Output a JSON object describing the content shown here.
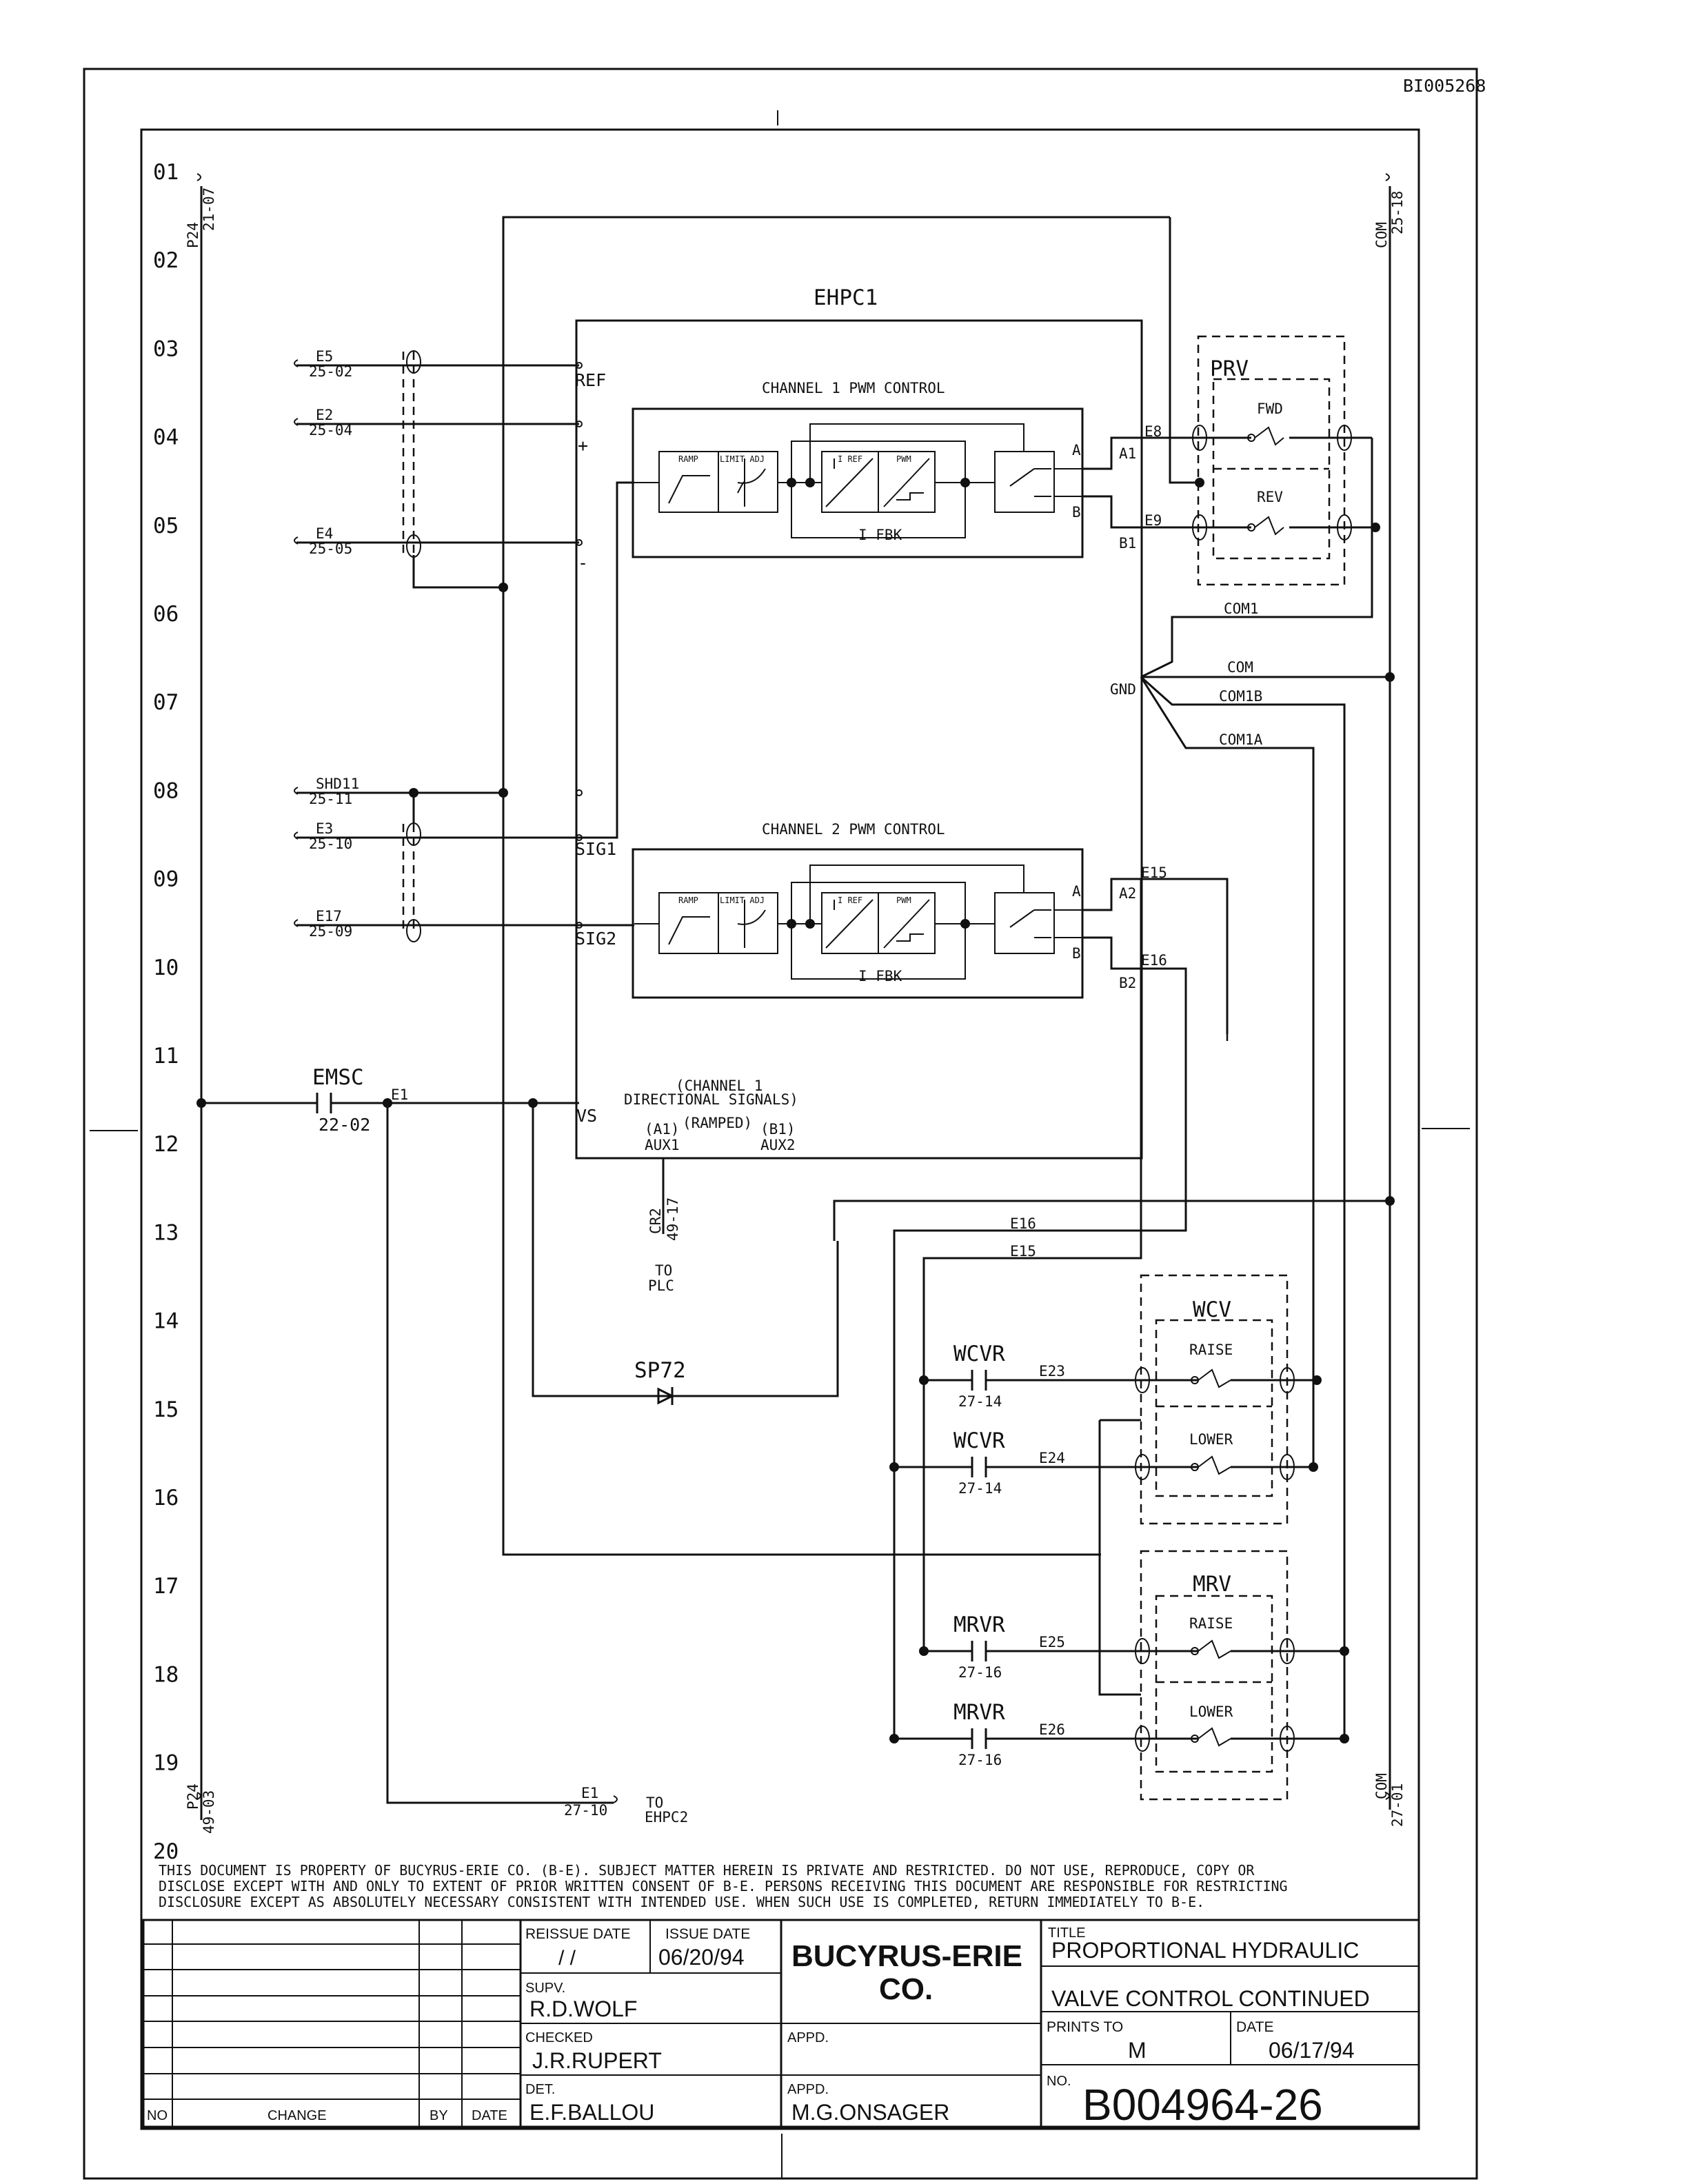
{
  "doc_id": "BI005268",
  "rows": [
    "01",
    "02",
    "03",
    "04",
    "05",
    "06",
    "07",
    "08",
    "09",
    "10",
    "11",
    "12",
    "13",
    "14",
    "15",
    "16",
    "17",
    "18",
    "19",
    "20"
  ],
  "power": {
    "p24_top": "P24",
    "p24_top_ref": "21-07",
    "p24_bot": "P24",
    "p24_bot_ref": "49-03",
    "com_top": "COM",
    "com_top_ref": "25-18",
    "com_bot": "COM",
    "com_bot_ref": "27-01"
  },
  "ehpc": {
    "title": "EHPC1",
    "pin_ref": "REF",
    "pin_plus": "+",
    "pin_minus": "-",
    "pin_sig1": "SIG1",
    "pin_sig2": "SIG2",
    "pin_vs": "VS",
    "pin_gnd": "GND",
    "ch1_title": "CHANNEL 1 PWM CONTROL",
    "ch2_title": "CHANNEL 2 PWM CONTROL",
    "ramp": "RAMP",
    "limit_adj": "LIMIT ADJ",
    "i_ref": "I REF",
    "pwm": "PWM",
    "i_fbk": "I FBK",
    "out_a": "A",
    "out_b": "B",
    "a1": "A1",
    "b1": "B1",
    "a2": "A2",
    "b2": "B2",
    "dir_line1": "(CHANNEL 1",
    "dir_line2": "DIRECTIONAL SIGNALS)",
    "ramped": "(RAMPED)",
    "aux1_pin": "(A1)",
    "aux1": "AUX1",
    "aux2_pin": "(B1)",
    "aux2": "AUX2"
  },
  "inputs": [
    {
      "wire": "E5",
      "ref": "25-02"
    },
    {
      "wire": "E2",
      "ref": "25-04"
    },
    {
      "wire": "E4",
      "ref": "25-05"
    },
    {
      "wire": "SHD11",
      "ref": "25-11"
    },
    {
      "wire": "E3",
      "ref": "25-10"
    },
    {
      "wire": "E17",
      "ref": "25-09"
    }
  ],
  "wires": {
    "e8": "E8",
    "e9": "E9",
    "e15": "E15",
    "e16": "E16",
    "com1": "COM1",
    "com": "COM",
    "com1b": "COM1B",
    "com1a": "COM1A",
    "e23": "E23",
    "e24": "E24",
    "e25": "E25",
    "e26": "E26",
    "e1": "E1"
  },
  "prv": {
    "title": "PRV",
    "fwd": "FWD",
    "rev": "REV"
  },
  "wcv": {
    "title": "WCV",
    "raise": "RAISE",
    "lower": "LOWER"
  },
  "mrv": {
    "title": "MRV",
    "raise": "RAISE",
    "lower": "LOWER"
  },
  "contacts": {
    "emsc": "EMSC",
    "emsc_ref": "22-02",
    "wcvr": "WCVR",
    "wcvr_ref": "27-14",
    "mrvr": "MRVR",
    "mrvr_ref": "27-16",
    "sp72": "SP72"
  },
  "cr2": {
    "label": "CR2",
    "ref": "49-17",
    "to": "TO",
    "dest": "PLC"
  },
  "e1_out": {
    "wire": "E1",
    "ref": "27-10",
    "to": "TO",
    "dest": "EHPC2"
  },
  "notice": [
    "THIS DOCUMENT IS PROPERTY OF BUCYRUS-ERIE CO. (B-E). SUBJECT MATTER HEREIN IS PRIVATE AND RESTRICTED. DO NOT USE, REPRODUCE, COPY OR",
    "DISCLOSE EXCEPT WITH AND ONLY TO EXTENT OF PRIOR WRITTEN CONSENT OF B-E. PERSONS RECEIVING THIS DOCUMENT ARE RESPONSIBLE FOR RESTRICTING",
    "DISCLOSURE EXCEPT AS ABSOLUTELY NECESSARY CONSISTENT WITH INTENDED USE. WHEN SUCH USE IS COMPLETED, RETURN IMMEDIATELY TO B-E."
  ],
  "title_block": {
    "no": "NO",
    "change": "CHANGE",
    "by": "BY",
    "date": "DATE",
    "reissue_label": "REISSUE DATE",
    "reissue_value": "/   /",
    "issue_label": "ISSUE DATE",
    "issue_value": "06/20/94",
    "company_line1": "BUCYRUS-ERIE",
    "company_line2": "CO.",
    "supv_label": "SUPV.",
    "supv_value": "R.D.WOLF",
    "checked_label": "CHECKED",
    "checked_value": "J.R.RUPERT",
    "det_label": "DET.",
    "det_value": "E.F.BALLOU",
    "appd1_label": "APPD.",
    "appd2_label": "APPD.",
    "appd2_value": "M.G.ONSAGER",
    "title_label": "TITLE",
    "title_line1": "PROPORTIONAL HYDRAULIC",
    "title_line2": "VALVE CONTROL CONTINUED",
    "prints_label": "PRINTS TO",
    "prints_value": "M",
    "date_label": "DATE",
    "date_value": "06/17/94",
    "no_label": "NO.",
    "drawing_no": "B004964-26"
  }
}
